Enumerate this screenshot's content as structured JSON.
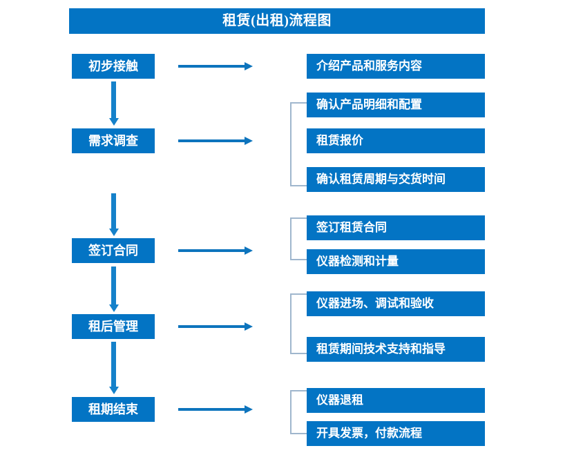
{
  "diagram": {
    "title": "租赁(出租)流程图",
    "colors": {
      "box_fill": "#0374c4",
      "box_text": "#ffffff",
      "vertical_arrow": "#1581ca",
      "horizontal_arrow": "#0d74bd",
      "bracket": "#9fb6cd",
      "background": "#ffffff"
    },
    "stages": [
      {
        "id": "stage-1",
        "label": "初步接触"
      },
      {
        "id": "stage-2",
        "label": "需求调查"
      },
      {
        "id": "stage-3",
        "label": "签订合同"
      },
      {
        "id": "stage-4",
        "label": "租后管理"
      },
      {
        "id": "stage-5",
        "label": "租期结束"
      }
    ],
    "details": [
      {
        "id": "detail-1-1",
        "label": "介绍产品和服务内容",
        "stage": "初步接触"
      },
      {
        "id": "detail-2-1",
        "label": "确认产品明细和配置",
        "stage": "需求调查"
      },
      {
        "id": "detail-2-2",
        "label": "租赁报价",
        "stage": "需求调查"
      },
      {
        "id": "detail-2-3",
        "label": "确认租赁周期与交货时间",
        "stage": "需求调查"
      },
      {
        "id": "detail-3-1",
        "label": "签订租赁合同",
        "stage": "签订合同"
      },
      {
        "id": "detail-3-2",
        "label": "仪器检测和计量",
        "stage": "签订合同"
      },
      {
        "id": "detail-4-1",
        "label": "仪器进场、调试和验收",
        "stage": "租后管理"
      },
      {
        "id": "detail-4-2",
        "label": "租赁期间技术支持和指导",
        "stage": "租后管理"
      },
      {
        "id": "detail-5-1",
        "label": "仪器退租",
        "stage": "租期结束"
      },
      {
        "id": "detail-5-2",
        "label": "开具发票，付款流程",
        "stage": "租期结束"
      }
    ]
  }
}
